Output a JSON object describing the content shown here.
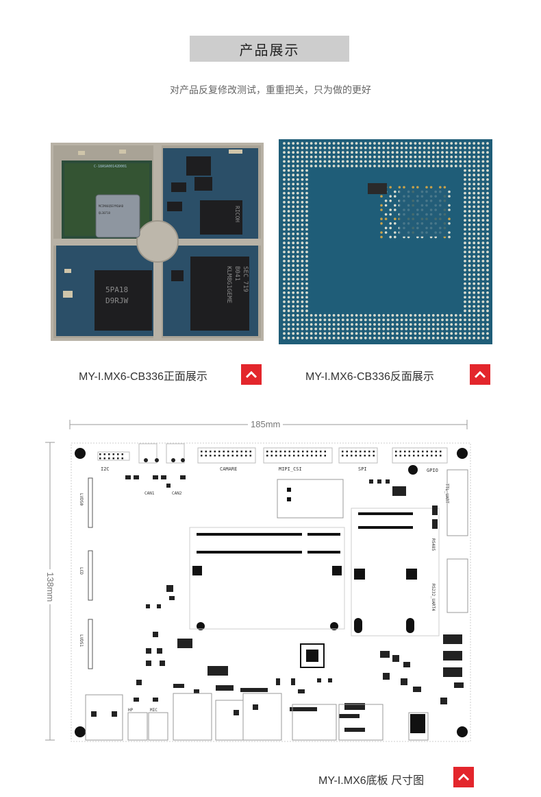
{
  "header": {
    "title": "产品展示",
    "subtitle": "对产品反复修改测试，重重把关，只为做的更好"
  },
  "products": [
    {
      "caption": "MY-I.MX6-CB336正面展示",
      "button_icon": "chevron-up-icon"
    },
    {
      "caption": "MY-I.MX6-CB336反面展示",
      "button_icon": "chevron-up-icon"
    }
  ],
  "board_dimension": {
    "width_label": "185mm",
    "height_label": "138mm",
    "caption": "MY-I.MX6底板 尺寸图",
    "button_icon": "chevron-up-icon"
  },
  "board_labels": {
    "i2c": "I2C",
    "camare": "CAMARE",
    "mipi_csi": "MIPI_CSI",
    "spi": "SPI",
    "gpio": "GPIO",
    "can1": "CAN1",
    "can2": "CAN2",
    "ttl_uart": "TTL_UART",
    "lvds0": "LVDS0",
    "lcd": "LCD",
    "lvds1": "LVDS1",
    "rs485": "RS485",
    "rs232_uart4": "RS232_UART4",
    "hp": "HP",
    "mic": "MIC"
  },
  "chip_markings": {
    "serial": "C-18ASA00142D001",
    "mem1_line1": "5PA18",
    "mem1_line2": "D9RJW",
    "mem2_line1": "SEC 719",
    "mem2_line2": "B041",
    "mem2_line3": "KLM8G1GEME",
    "ricoh": "RICOH"
  },
  "colors": {
    "accent_red": "#e3262c",
    "title_box_bg": "#cdcdcd",
    "pcb_blue": "#2b4f68",
    "pcb_back": "#1f5d78",
    "shield_metal": "#b8b2a6"
  }
}
